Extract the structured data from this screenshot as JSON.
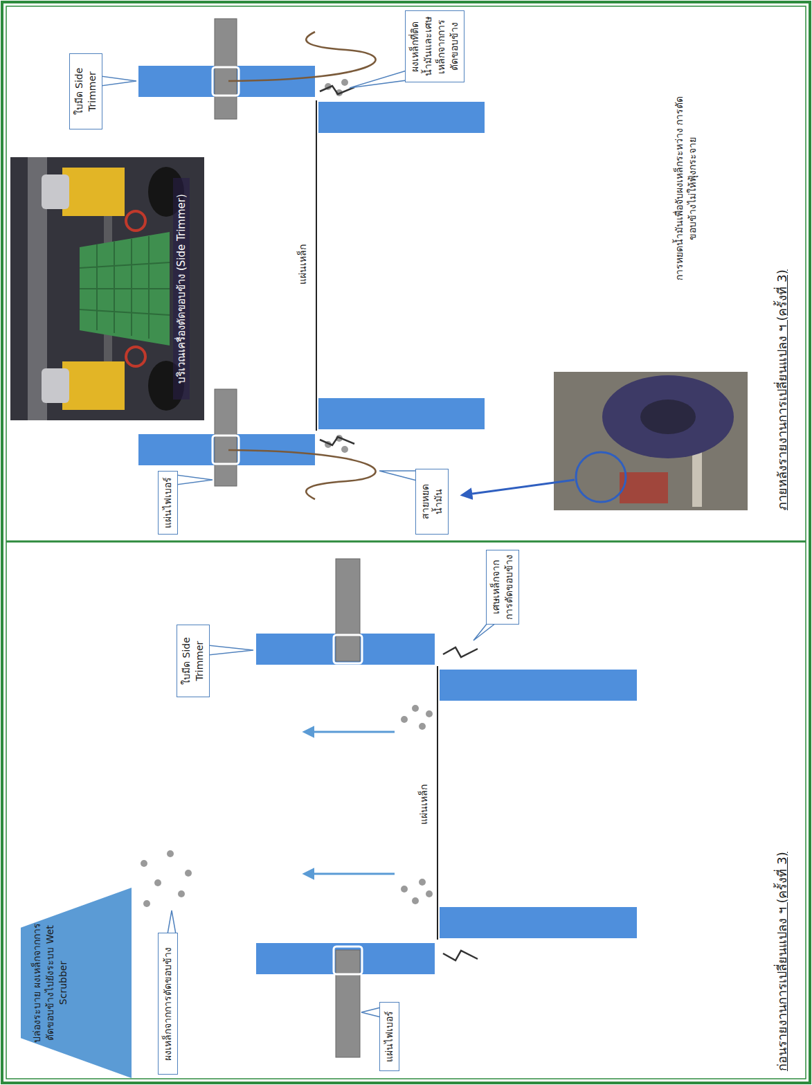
{
  "diagram": {
    "nodes": [
      {
        "text": [
          "ปล่องระบาย ผงเหล็กจากการ ตัดขอบข้างไปยังระบบ Wet Scrubber"
        ]
      },
      {
        "text": [
          "ผงเหล็กจากการตัดขอบข้าง"
        ]
      },
      {
        "text": [
          "ใบมีด Side Trimmer"
        ]
      },
      {
        "text": [
          "แผ่นไฟเบอร์"
        ]
      },
      {
        "text": [
          "เศษเหล็กจากการตัดขอบข้าง"
        ]
      },
      {
        "text": [
          "ใบมีด Side Trimmer"
        ]
      },
      {
        "text": [
          "แผ่นไฟเบอร์"
        ]
      },
      {
        "text": [
          "สายหยดน้ำมัน"
        ]
      },
      {
        "text": [
          "ผงเหล็กที่ติดน้ำมันและเศษเหล็กจากการตัดขอบข้าง"
        ]
      }
    ],
    "labels": [
      "แผ่นเหล็ก",
      "ก่อนรายงานการเปลี่ยนแปลง ฯ (ครั้งที่ 3)",
      "บริเวณเครื่องตัดขอบข้าง (Side Trimmer)",
      "แผ่นเหล็ก",
      "การหยดน้ำมันเพื่อจับผงเหล็กระหว่าง การตัดขอบข้างไม่ให้ฟุ้งกระจาย",
      "ภายหลังรายงานการเปลี่ยนแปลง ฯ (ครั้งที่ 3)"
    ]
  }
}
